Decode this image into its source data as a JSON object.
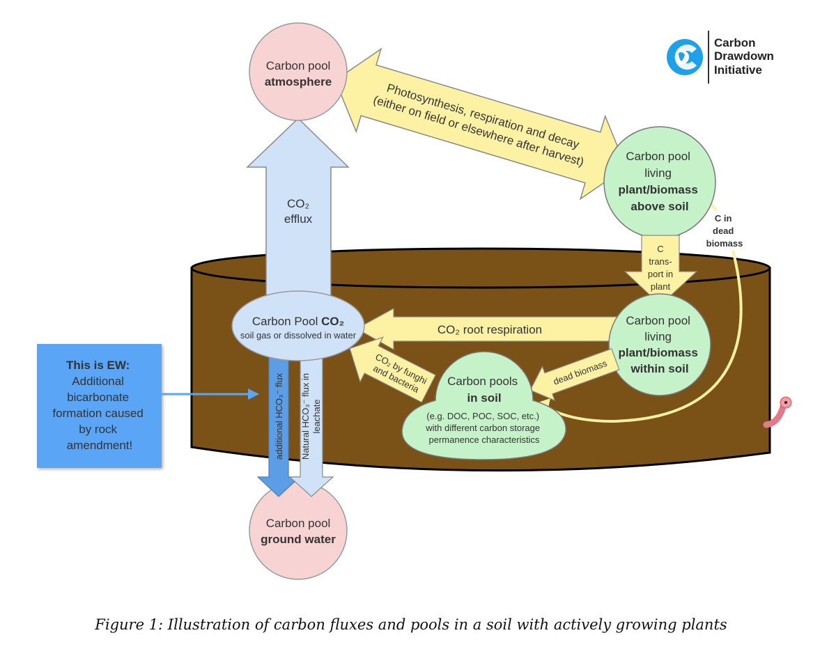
{
  "logo": {
    "line1": "Carbon",
    "line2": "Drawdown",
    "line3": "Initiative",
    "color": "#1ea1e8"
  },
  "pools": {
    "atmosphere": {
      "line1": "Carbon pool",
      "line2": "atmosphere"
    },
    "ground_water": {
      "line1": "Carbon pool",
      "line2": "ground water"
    },
    "above_soil": {
      "line1": "Carbon pool",
      "line2": "living",
      "line3": "plant/biomass",
      "line4": "above soil"
    },
    "within_soil": {
      "line1": "Carbon pool",
      "line2": "living",
      "line3": "plant/biomass",
      "line4": "within soil"
    },
    "co2": {
      "line1": "Carbon Pool ",
      "line1_bold": "CO₂",
      "line2": "soil gas or dissolved in water"
    },
    "in_soil": {
      "line1": "Carbon pools",
      "line2": "in soil",
      "line3": "(e.g. DOC, POC, SOC, etc.)",
      "line4": "with different carbon storage",
      "line5": "permanence characteristics"
    }
  },
  "fluxes": {
    "photosynthesis": {
      "line1": "Photosynthesis, respiration and decay",
      "line2": "(either on field or elsewhere after harvest)"
    },
    "co2_efflux": {
      "line1": "CO₂",
      "line2": "efflux"
    },
    "c_transport": {
      "line1": "C",
      "line2": "trans-",
      "line3": "port in",
      "line4": "plant"
    },
    "c_dead": {
      "line1": "C in",
      "line2": "dead",
      "line3": "biomass"
    },
    "root_respiration": "CO₂ root respiration",
    "funghi": {
      "line1": "CO₂ by funghi",
      "line2": "and bacteria"
    },
    "dead_biomass": "dead biomass",
    "additional_hco3": "additional HCO₃⁻ flux",
    "natural_hco3": {
      "line1": "Natural HCO₃⁻ flux in",
      "line2": "leachate"
    }
  },
  "ew_box": {
    "line1": "This is EW:",
    "line2": "Additional",
    "line3": "bicarbonate",
    "line4": "formation caused",
    "line5": "by rock",
    "line6": "amendment!"
  },
  "caption": "Figure 1: Illustration of carbon fluxes and pools in a soil with actively growing plants",
  "colors": {
    "soil": "#7a5217",
    "pink": "#f8d3d3",
    "green": "#c6f2ca",
    "yellow": "#fdf1a3",
    "light_blue": "#cfe2f8",
    "blue": "#5aa5f5"
  }
}
